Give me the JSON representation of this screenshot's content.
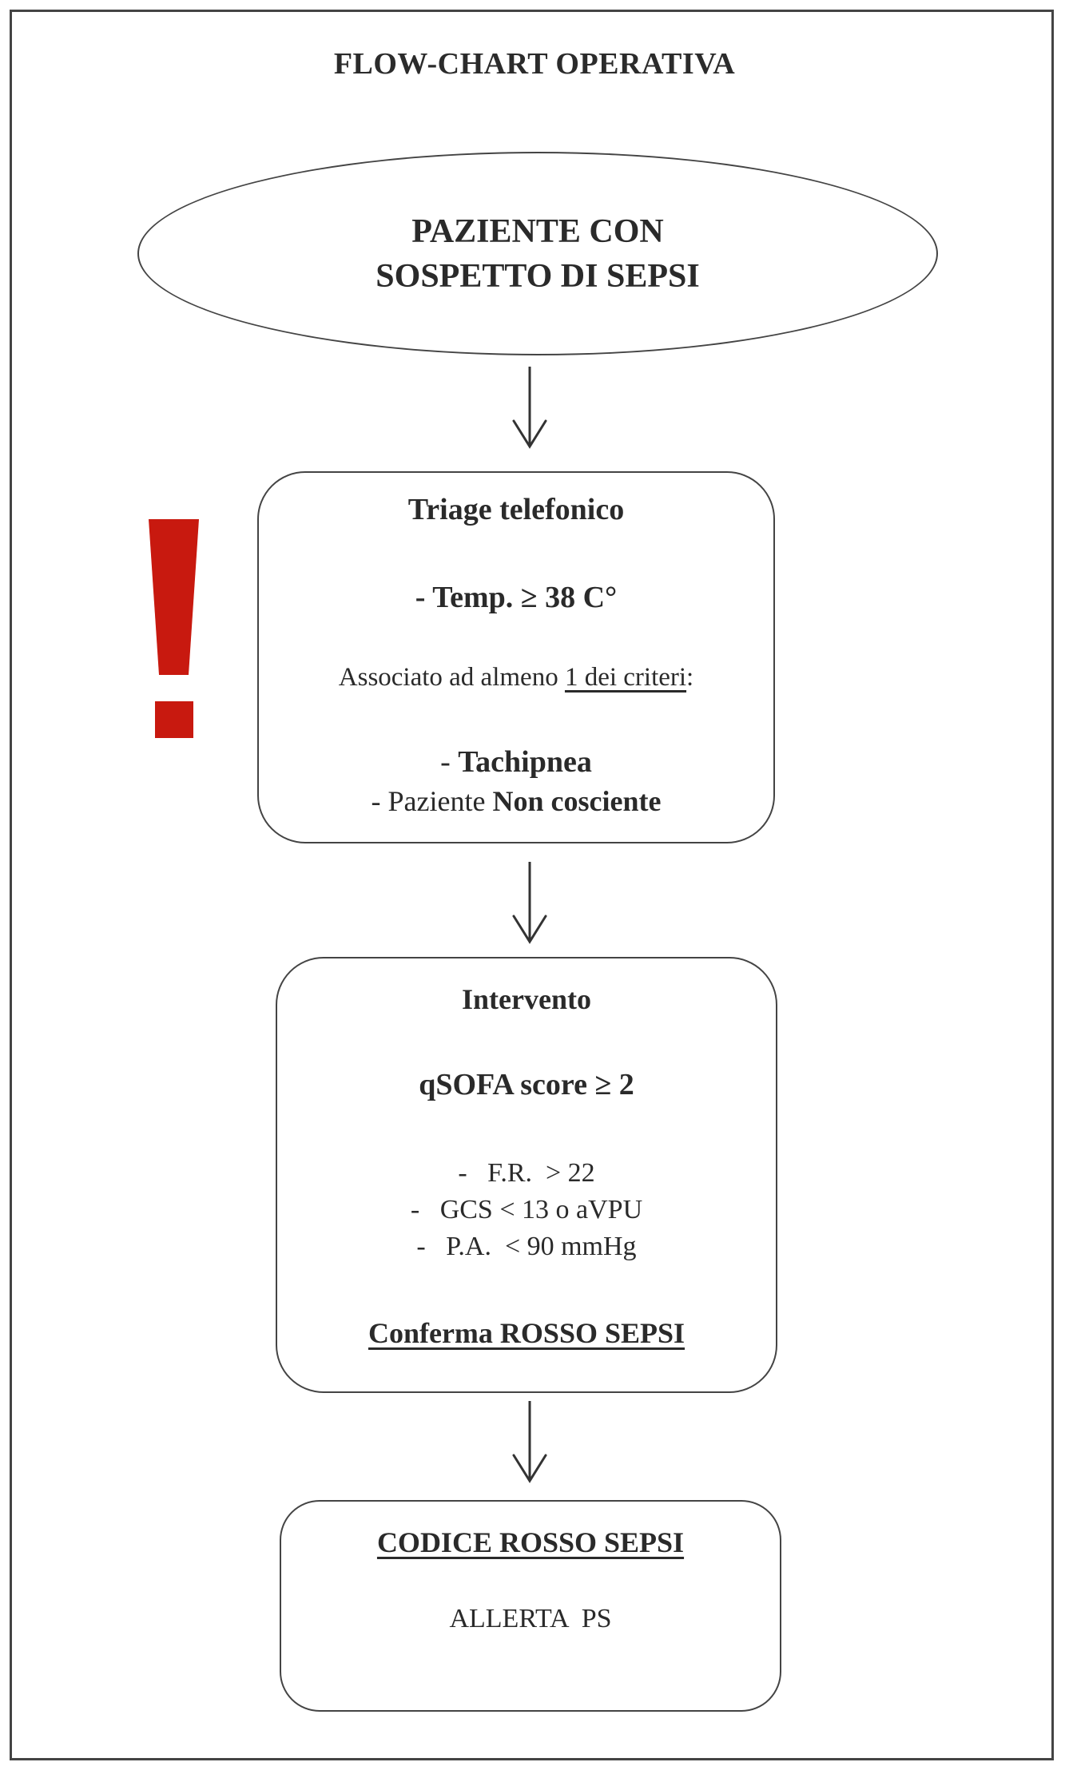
{
  "title": "FLOW-CHART OPERATIVA",
  "start": {
    "line1": "PAZIENTE CON",
    "line2": "SOSPETTO DI SEPSI"
  },
  "alert_mark": {
    "symbol": "!",
    "color": "#c8190f"
  },
  "triage": {
    "heading": "Triage telefonico",
    "temp": "- Temp. ≥ 38 C°",
    "assoc_prefix": "Associato ad almeno ",
    "assoc_underlined": "1 dei criteri",
    "assoc_suffix": ":",
    "crit1_prefix": "- ",
    "crit1_bold": "Tachipnea",
    "crit2_prefix": "- Paziente ",
    "crit2_bold": "Non cosciente"
  },
  "intervento": {
    "heading": "Intervento",
    "score": "qSOFA score ≥ 2",
    "item1": "-   F.R.  > 22",
    "item2": "-   GCS < 13 o aVPU",
    "item3": "-   P.A.  < 90 mmHg",
    "confirm": "Conferma ROSSO SEPSI"
  },
  "codice": {
    "heading": "CODICE ROSSO SEPSI",
    "action": "ALLERTA  PS"
  }
}
